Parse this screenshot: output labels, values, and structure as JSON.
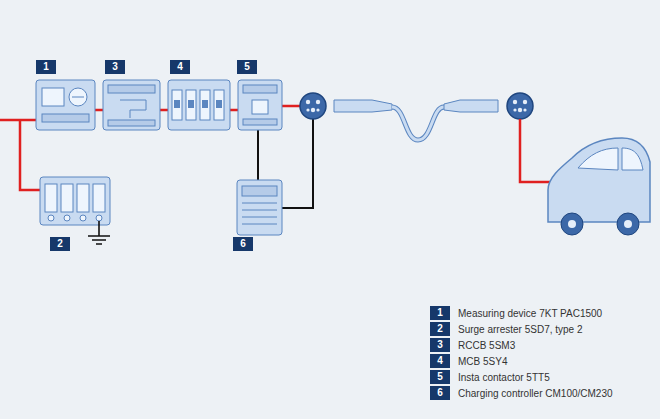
{
  "diagram": {
    "labels": [
      "1",
      "3",
      "4",
      "5",
      "2",
      "6",
      "1",
      "2",
      "3",
      "4",
      "5",
      "6"
    ],
    "legend": [
      {
        "text": "Measuring device 7KT PAC1500"
      },
      {
        "text": "Surge arrester 5SD7, type 2"
      },
      {
        "text": "RCCB 5SM3"
      },
      {
        "text": "MCB 5SY4"
      },
      {
        "text": "Insta contactor 5TT5"
      },
      {
        "text": "Charging controller CM100/CM230"
      }
    ]
  }
}
